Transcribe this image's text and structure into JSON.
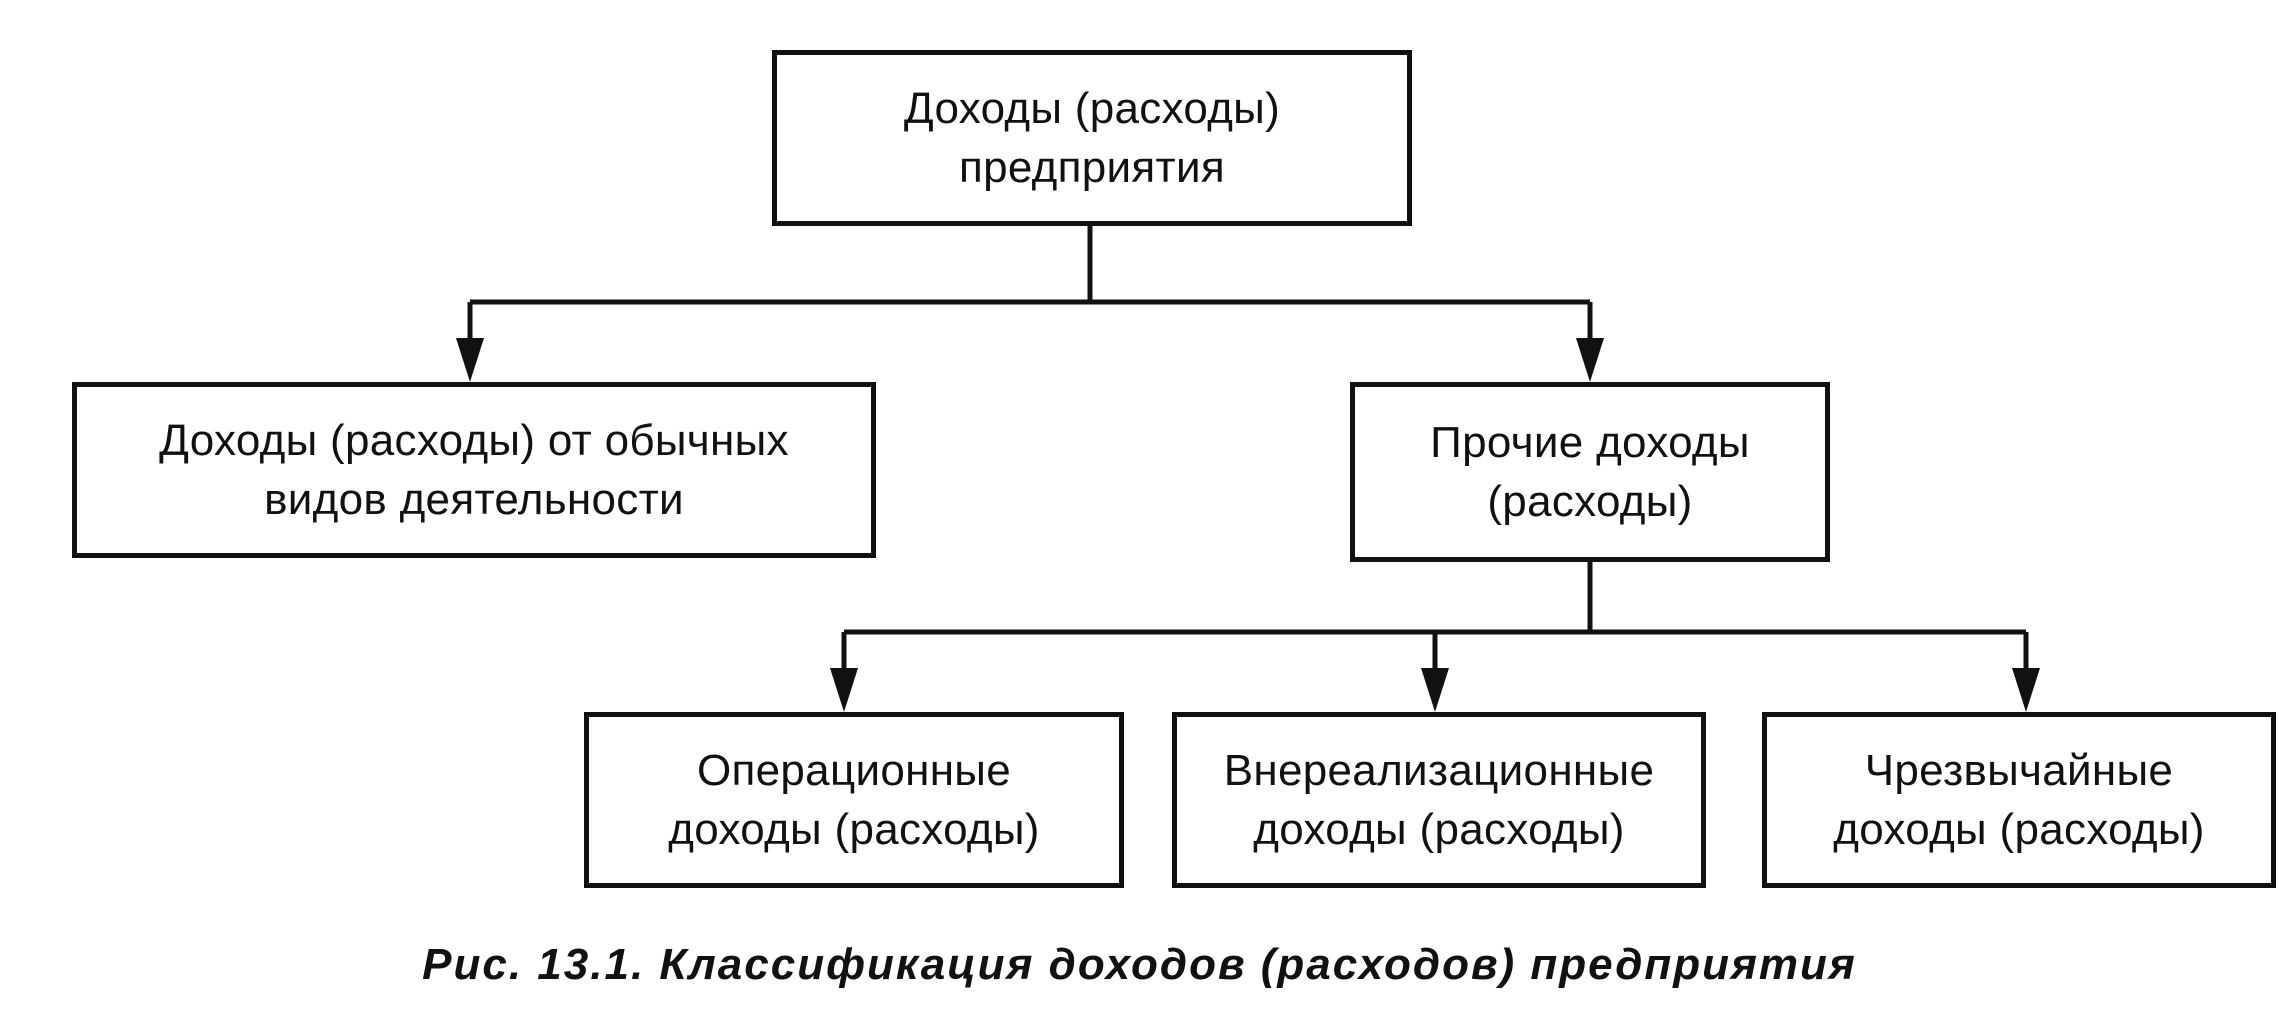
{
  "diagram": {
    "nodes": {
      "root": "Доходы (расходы)\nпредприятия",
      "ordinary": "Доходы (расходы) от обычных\nвидов деятельности",
      "other": "Прочие доходы\n(расходы)",
      "operational": "Операционные\nдоходы (расходы)",
      "nonoperational": "Внереализационные\nдоходы (расходы)",
      "extraordinary": "Чрезвычайные\nдоходы (расходы)"
    },
    "colors": {
      "stroke": "#111111",
      "background": "#ffffff"
    }
  },
  "caption": "Рис. 13.1. Классификация доходов (расходов) предприятия"
}
